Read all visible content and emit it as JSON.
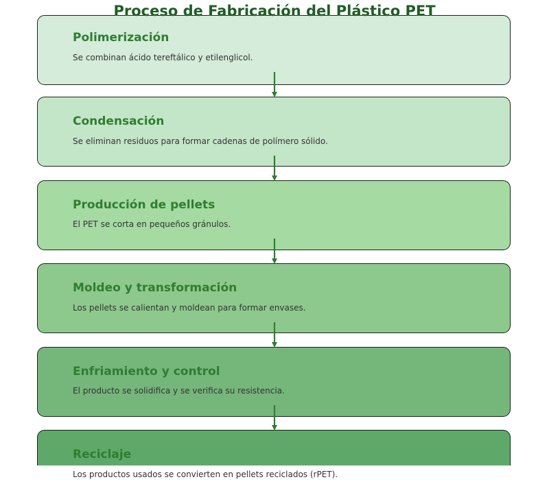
{
  "diagram": {
    "title": "Proceso de Fabricación del Plástico PET",
    "steps": [
      {
        "title": "Polimerización",
        "description": "Se combinan ácido tereftálico y etilenglicol.",
        "fill": "#d4ecd9"
      },
      {
        "title": "Condensación",
        "description": "Se eliminan residuos para formar cadenas de polímero sólido.",
        "fill": "#c4e6c8"
      },
      {
        "title": "Producción de pellets",
        "description": "El PET se corta en pequeños gránulos.",
        "fill": "#a5daa3"
      },
      {
        "title": "Moldeo y transformación",
        "description": "Los pellets se calientan y moldean para formar envases.",
        "fill": "#8dc98c"
      },
      {
        "title": "Enfriamiento y control",
        "description": "El producto se solidifica y se verifica su resistencia.",
        "fill": "#75b67b"
      },
      {
        "title": "Reciclaje",
        "description": "Los productos usados se convierten en pellets reciclados (rPET).",
        "fill": "#5ea96a"
      }
    ],
    "arrow_color": "#2f7d32",
    "title_color": "#1f5e25",
    "step_title_color": "#2f7d32"
  }
}
